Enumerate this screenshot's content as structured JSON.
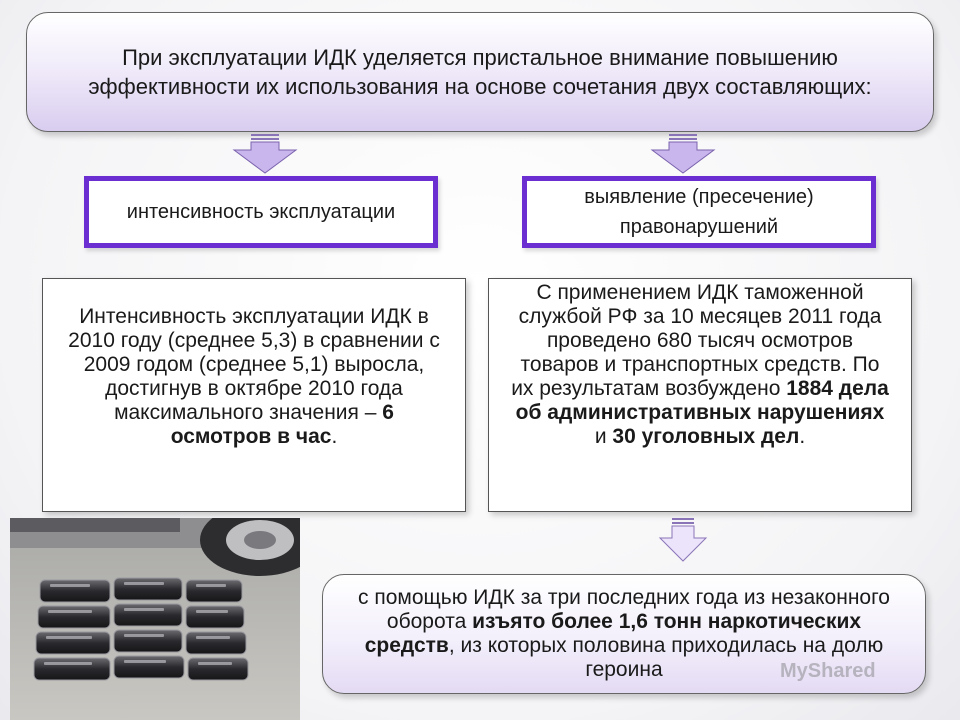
{
  "header": {
    "text": "При эксплуатации ИДК уделяется пристальное внимание повышению эффективности их использования на основе сочетания двух составляющих:"
  },
  "categories": {
    "left": "интенсивность эксплуатации",
    "right": "выявление (пресечение) правонарушений"
  },
  "left_box": {
    "text_1": "Интенсивность эксплуатации ИДК в 2010 году (среднее 5,3) в сравнении с 2009 годом (среднее 5,1) выросла, достигнув в октябре 2010 года максимального значения – ",
    "bold_1": "6 осмотров в час",
    "text_2": "."
  },
  "right_box": {
    "text_1": "С применением ИДК таможенной службой РФ за 10 месяцев 2011 года проведено 680 тысяч осмотров товаров и транспортных средств. По их результатам возбуждено ",
    "bold_1": "1884 дела об административных нарушениях",
    "text_2": " и ",
    "bold_2": "30 уголовных дел",
    "text_3": "."
  },
  "bottom_box": {
    "text_1": "с помощью ИДК за три последних года из незаконного оборота ",
    "bold_1": "изъято более 1,6 тонн наркотических средств",
    "text_2": ", из которых половина приходилась на долю героина"
  },
  "watermark": {
    "text": "MyShared"
  },
  "colors": {
    "category_border": "#6b2fd1",
    "arrow_fill": "#c9b6ec"
  }
}
